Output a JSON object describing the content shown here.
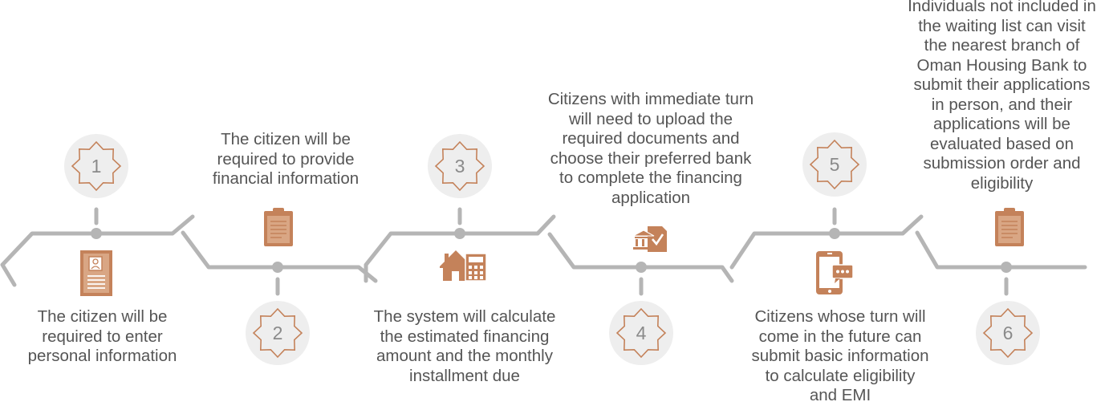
{
  "accent_color": "#c4825a",
  "line_color": "#b5b5b5",
  "badge_color": "#eeeeee",
  "text_color": "#555555",
  "steps": [
    {
      "number": "1",
      "text": "The citizen will be\nrequired to enter\npersonal information",
      "icon": "personal-id-card-icon"
    },
    {
      "number": "2",
      "text": "The citizen will be\nrequired to provide\nfinancial information",
      "icon": "clipboard-icon"
    },
    {
      "number": "3",
      "text": "The system will calculate\nthe estimated financing\namount and the monthly\ninstallment due",
      "icon": "house-calculator-icon"
    },
    {
      "number": "4",
      "text": "Citizens with immediate turn\nwill need to upload the\nrequired documents and\nchoose their preferred bank\nto complete the financing\napplication",
      "icon": "bank-document-check-icon"
    },
    {
      "number": "5",
      "text": "Citizens whose turn will\ncome in the future can\nsubmit basic information\nto calculate eligibility\nand EMI",
      "icon": "mobile-chat-icon"
    },
    {
      "number": "6",
      "text": "Individuals not included in\nthe waiting list can visit\nthe nearest branch of\nOman Housing Bank to\nsubmit their applications\nin person, and their\napplications will be\nevaluated based on\nsubmission order and\neligibility",
      "icon": "clipboard-icon"
    }
  ]
}
